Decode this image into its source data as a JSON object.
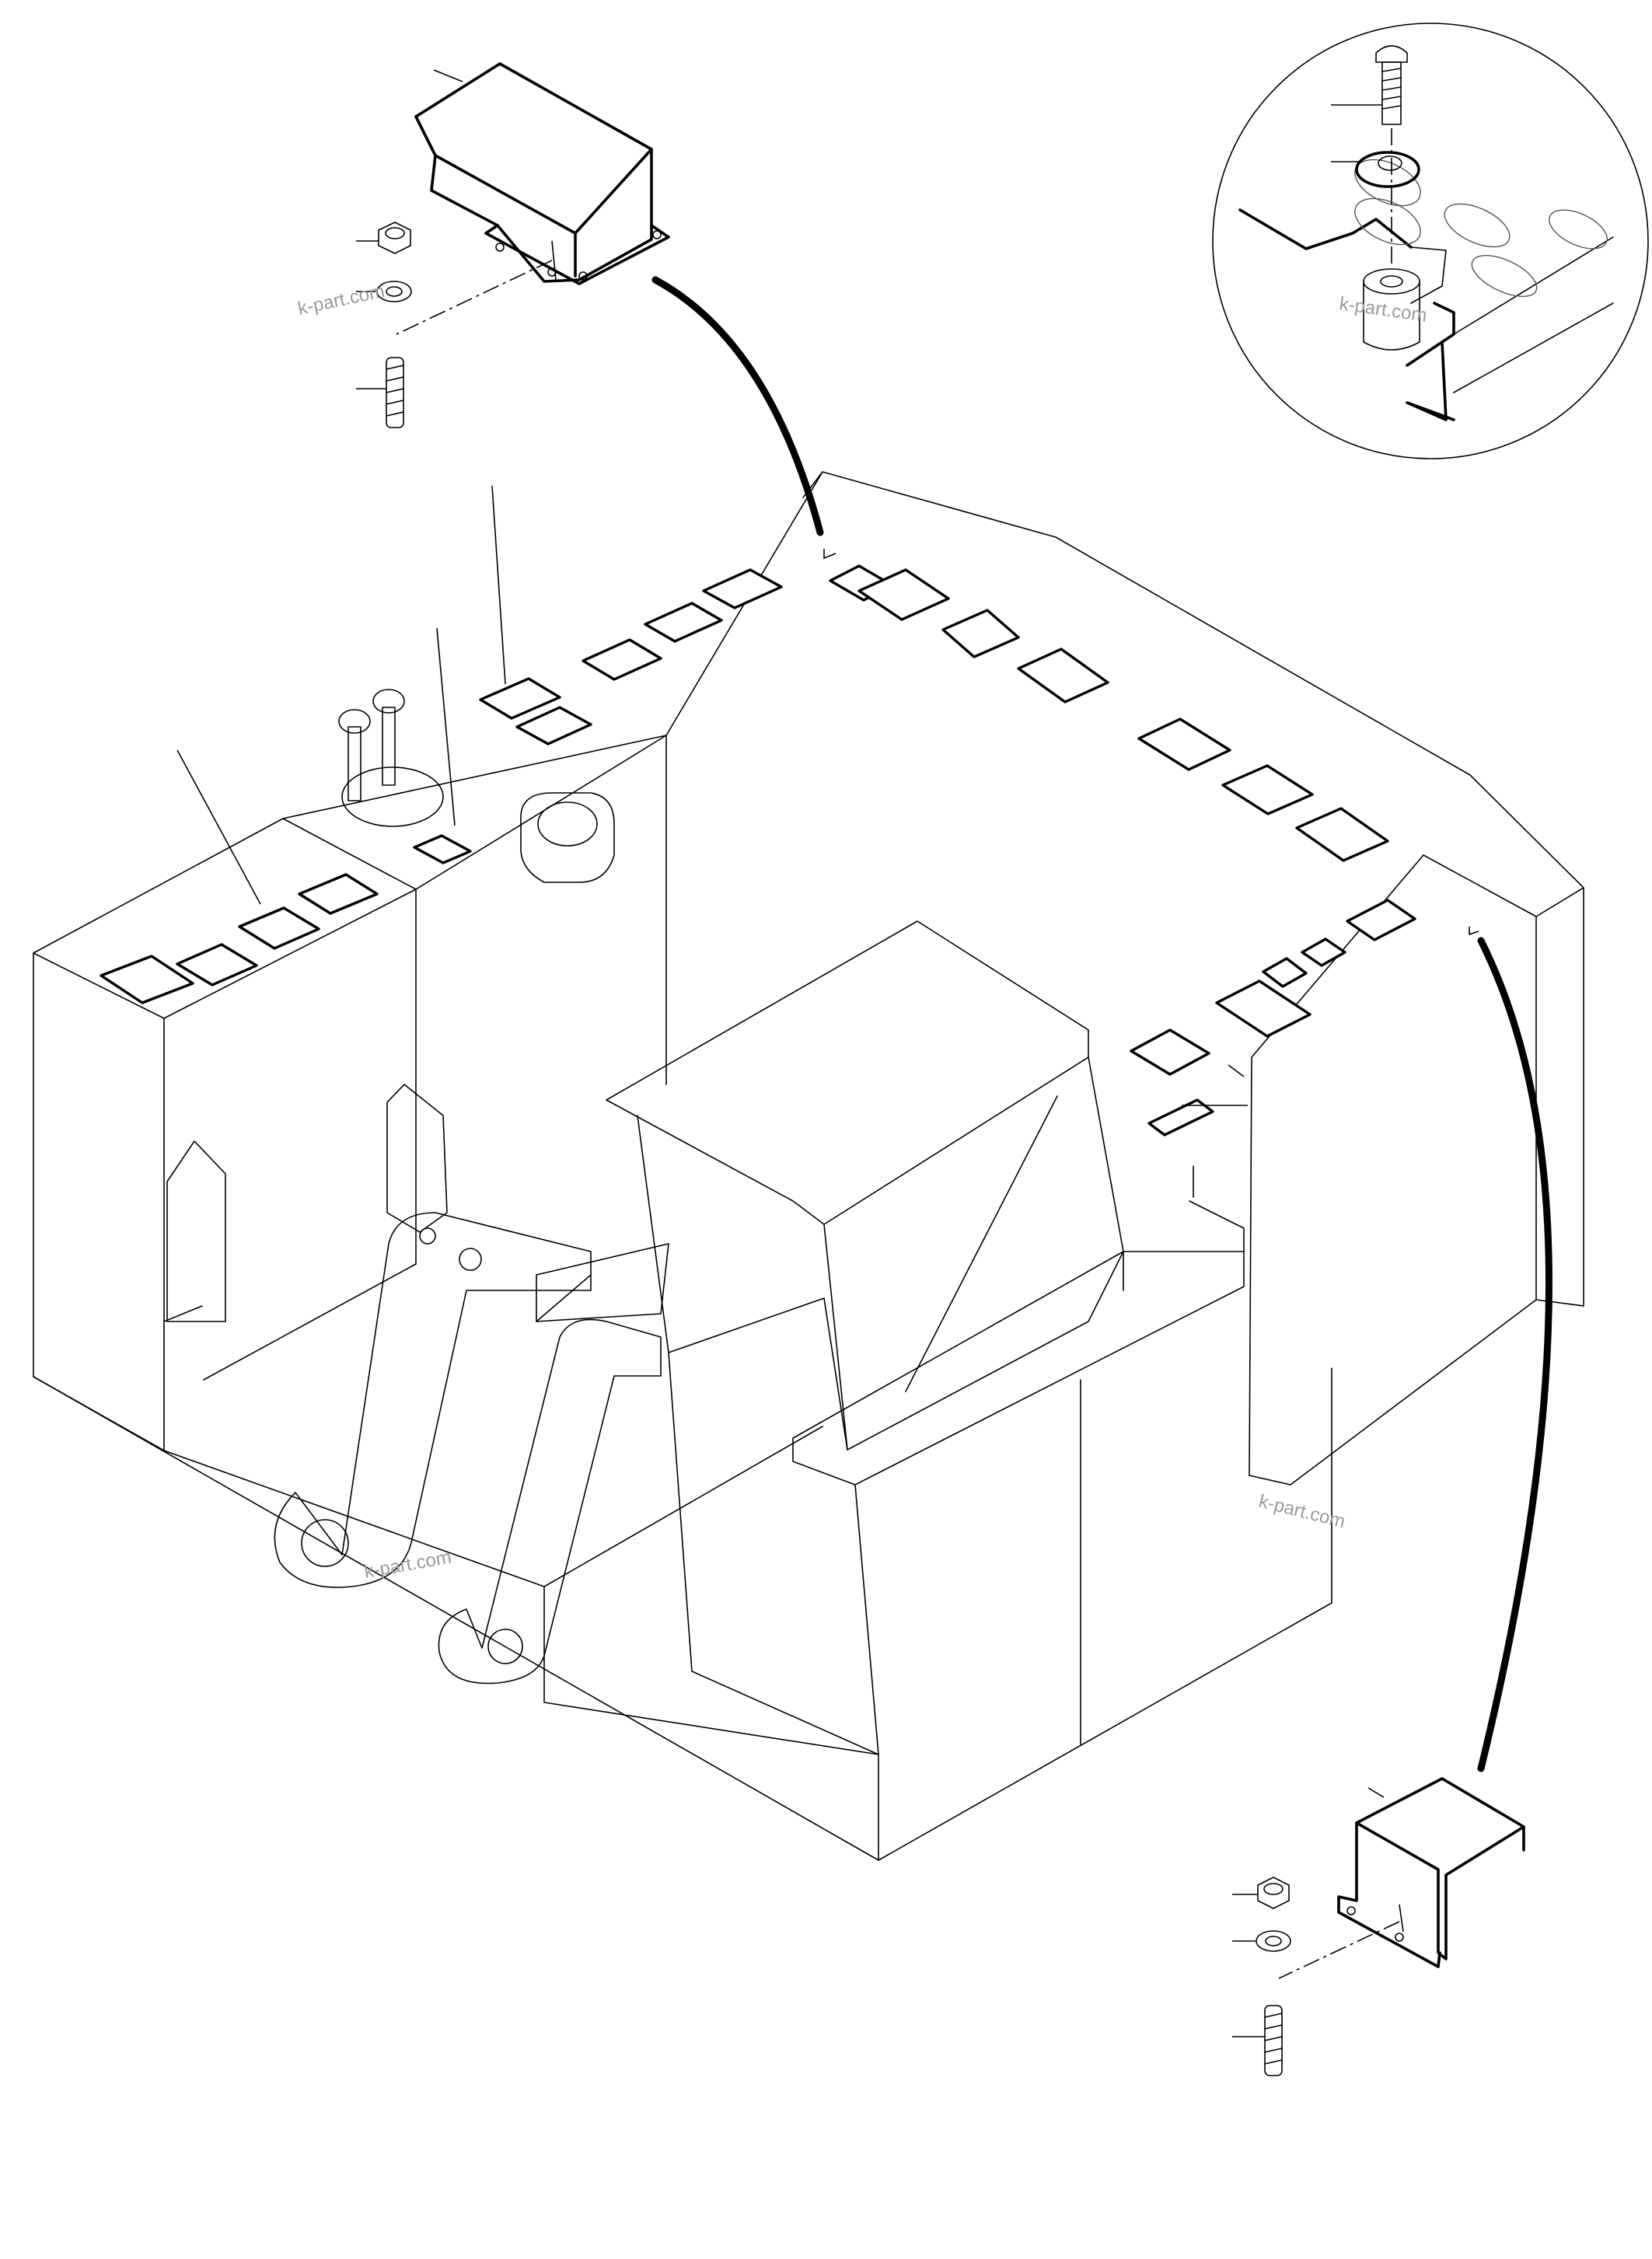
{
  "drawing": {
    "background_color": "#ffffff",
    "line_color": "#000000",
    "watermark_color": "#9a9a9a"
  },
  "watermarks": [
    {
      "id": "wm-1",
      "text": "k-part.com"
    },
    {
      "id": "wm-2",
      "text": "k-part.com"
    },
    {
      "id": "wm-3",
      "text": "k-part.com"
    },
    {
      "id": "wm-4",
      "text": "k-part.com"
    }
  ]
}
